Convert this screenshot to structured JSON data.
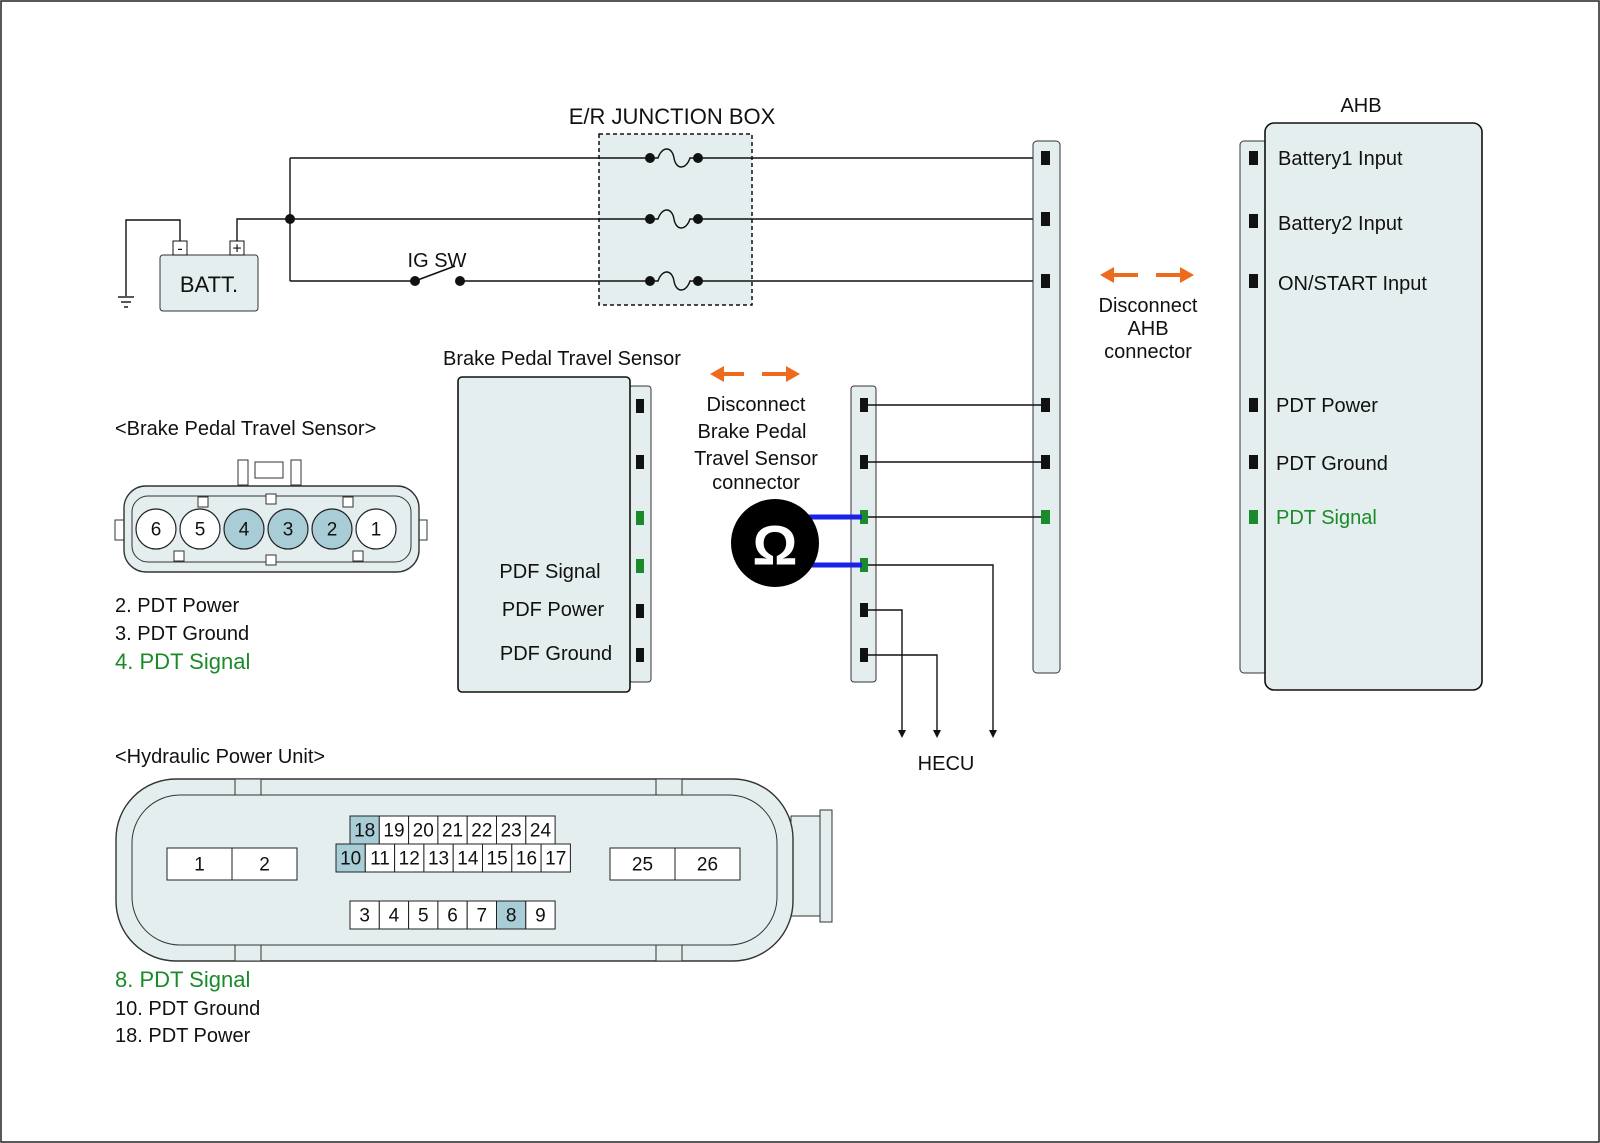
{
  "labels": {
    "junction_box": "E/R JUNCTION BOX",
    "ahb": "AHB",
    "batt": "BATT.",
    "batt_minus": "-",
    "batt_plus": "+",
    "ig_sw": "IG SW",
    "bpts_title": "Brake Pedal Travel Sensor",
    "bpts_section": "<Brake Pedal Travel Sensor>",
    "hpu_section": "<Hydraulic Power Unit>",
    "hecu": "HECU",
    "ohm": "Ω"
  },
  "ahb_pins": [
    {
      "label": "Battery1 Input",
      "color": "#111111"
    },
    {
      "label": "Battery2 Input",
      "color": "#111111"
    },
    {
      "label": "ON/START Input",
      "color": "#111111"
    },
    {
      "label": "PDT Power",
      "color": "#111111"
    },
    {
      "label": "PDT Ground",
      "color": "#111111"
    },
    {
      "label": "PDT Signal",
      "color": "#1a8a2a"
    }
  ],
  "bpts_pins": [
    "PDF Signal",
    "PDF Power",
    "PDF Ground"
  ],
  "disconnect_ahb": [
    "Disconnect",
    "AHB",
    "connector"
  ],
  "disconnect_bpts": [
    "Disconnect",
    "Brake Pedal",
    "Travel Sensor",
    "connector"
  ],
  "bpts_connector": {
    "pins": [
      "6",
      "5",
      "4",
      "3",
      "2",
      "1"
    ],
    "highlighted": [
      "4",
      "3",
      "2"
    ]
  },
  "bpts_legend": [
    {
      "text": "2. PDT Power",
      "color": "#111111"
    },
    {
      "text": "3. PDT Ground",
      "color": "#111111"
    },
    {
      "text": "4. PDT Signal",
      "color": "#1a8a2a"
    }
  ],
  "hpu_connector": {
    "row_top": [
      "18",
      "19",
      "20",
      "21",
      "22",
      "23",
      "24"
    ],
    "row_mid": [
      "10",
      "11",
      "12",
      "13",
      "14",
      "15",
      "16",
      "17"
    ],
    "row_bottom": [
      "3",
      "4",
      "5",
      "6",
      "7",
      "8",
      "9"
    ],
    "left_pair": [
      "1",
      "2"
    ],
    "right_pair": [
      "25",
      "26"
    ],
    "highlighted": [
      "18",
      "10",
      "8"
    ]
  },
  "hpu_legend": [
    {
      "text": "8. PDT Signal",
      "color": "#1a8a2a"
    },
    {
      "text": "10. PDT Ground",
      "color": "#111111"
    },
    {
      "text": "18. PDT Power",
      "color": "#111111"
    }
  ],
  "colors": {
    "accent_orange": "#ee6a1c",
    "signal_green": "#1a8a2a",
    "meter_lead_blue": "#1a22e6",
    "highlight_blue": "#a8cdd6",
    "box_fill": "#e4eeee"
  }
}
